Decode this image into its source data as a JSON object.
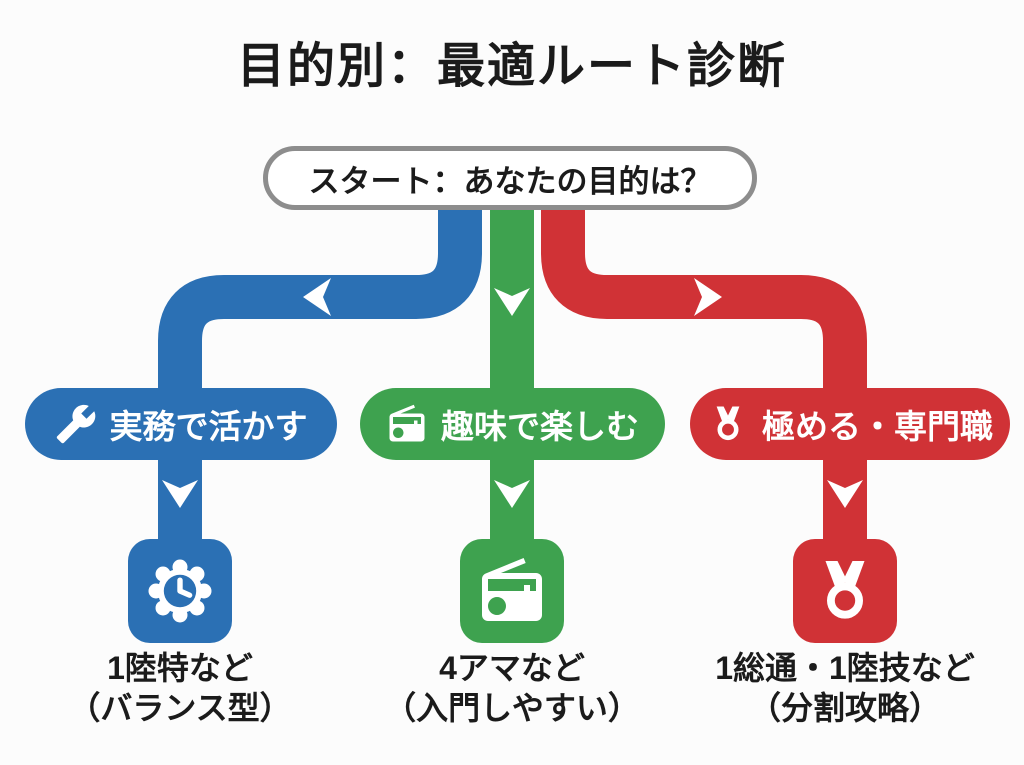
{
  "title": "目的別：最適ルート診断",
  "colors": {
    "background": "#fcfcfc",
    "text": "#1b1b1b",
    "start_border": "#8d8d8d",
    "arrow": "#ffffff"
  },
  "start_node": {
    "label": "スタート：あなたの目的は？"
  },
  "branches": [
    {
      "name": "practical",
      "color": "#2b70b4",
      "pill_label": "実務で活かす",
      "pill_icon": "wrench-icon",
      "result_icon": "clock-badge-icon",
      "result_title": "1陸特など",
      "result_subtitle": "（バランス型）"
    },
    {
      "name": "hobby",
      "color": "#3ea24f",
      "pill_label": "趣味で楽しむ",
      "pill_icon": "radio-icon",
      "result_icon": "radio-icon",
      "result_title": "4アマなど",
      "result_subtitle": "（入門しやすい）"
    },
    {
      "name": "professional",
      "color": "#d03236",
      "pill_label": "極める・専門職",
      "pill_icon": "medal-icon",
      "result_icon": "medal-icon",
      "result_title": "1総通・1陸技など",
      "result_subtitle": "（分割攻略）"
    }
  ]
}
